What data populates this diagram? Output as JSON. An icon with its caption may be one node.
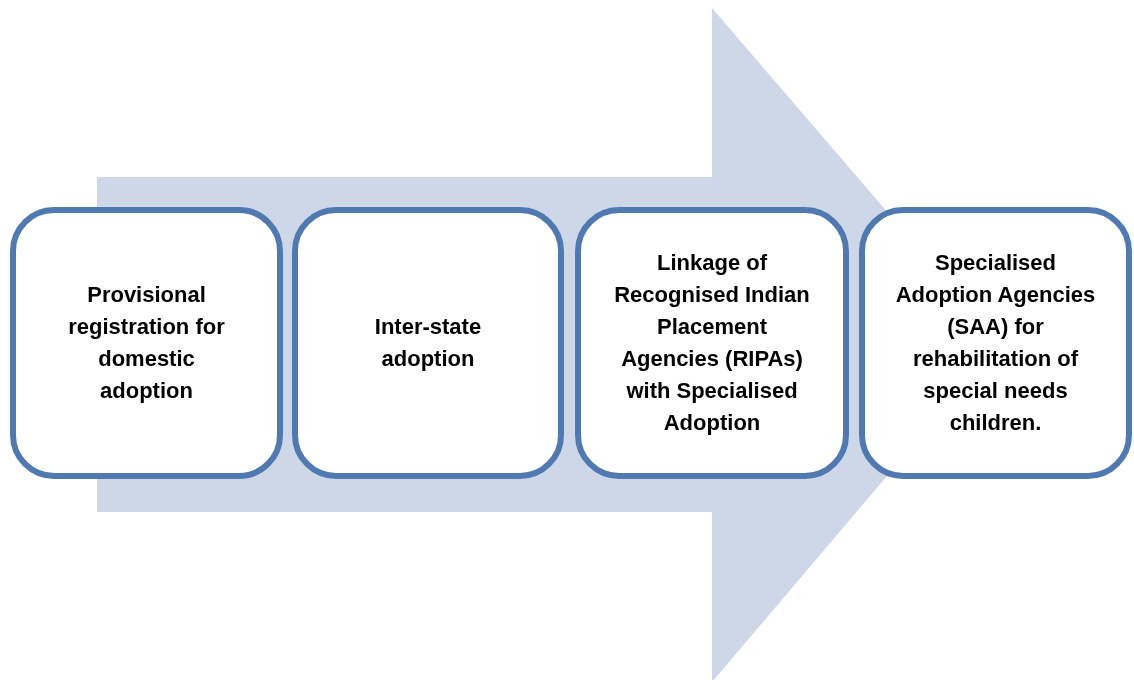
{
  "diagram": {
    "nodes": [
      {
        "text": [
          "Provisional registration for domestic adoption"
        ]
      },
      {
        "text": [
          "Inter-state adoption"
        ]
      },
      {
        "text": [
          "Linkage of Recognised Indian Placement Agencies (RIPAs) with Specialised Adoption"
        ]
      },
      {
        "text": [
          "Specialised Adoption Agencies (SAA) for rehabilitation of special needs children."
        ]
      }
    ],
    "edges": [
      {
        "from": 0,
        "to": 3,
        "arrow": "to"
      }
    ]
  }
}
